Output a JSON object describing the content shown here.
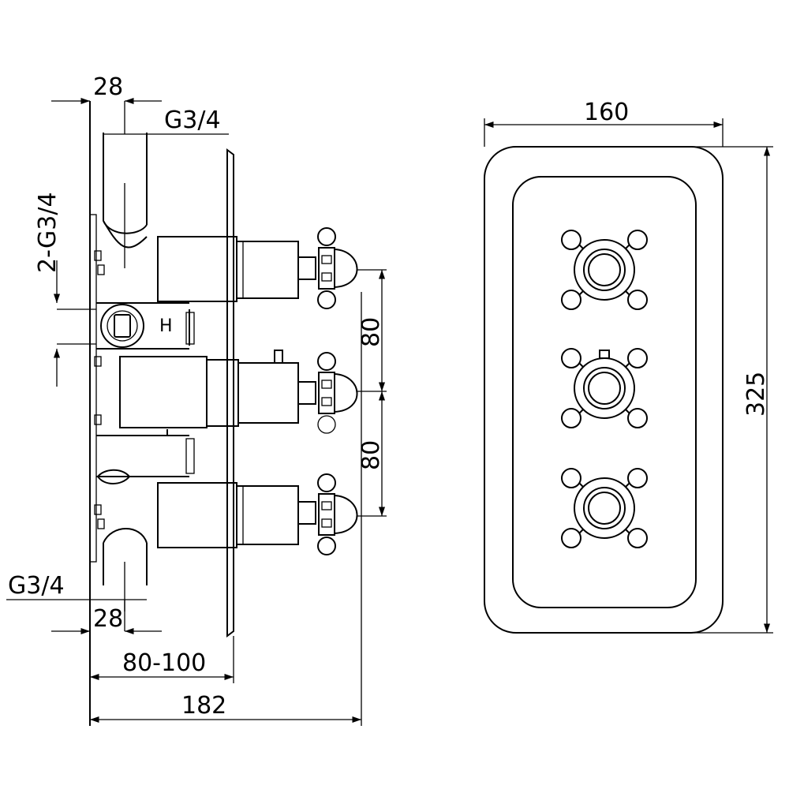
{
  "dimensions": {
    "top_pipe_width": "28",
    "top_thread": "G3/4",
    "side_thread": "2-G3/4",
    "spacing_upper": "80",
    "spacing_lower": "80",
    "bottom_thread": "G3/4",
    "bottom_pipe_width": "28",
    "wall_depth": "80-100",
    "total_depth": "182",
    "plate_width": "160",
    "plate_height": "325"
  },
  "valve_marking": "H"
}
